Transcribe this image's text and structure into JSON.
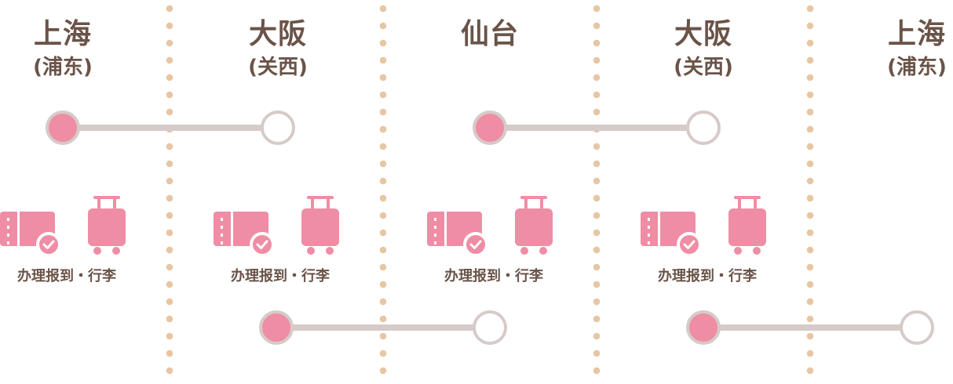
{
  "cities": [
    {
      "name": "上海",
      "sub": "(浦东)"
    },
    {
      "name": "大阪",
      "sub": "(关西)"
    },
    {
      "name": "仙台",
      "sub": ""
    },
    {
      "name": "大阪",
      "sub": "(关西)"
    },
    {
      "name": "上海",
      "sub": "(浦东)"
    }
  ],
  "service_label": "办理报到・行李",
  "icons": [
    "ticket-check-icon",
    "suitcase-icon"
  ],
  "colors": {
    "accent": "#ef8da5",
    "track": "#d6cbc8",
    "text": "#6a5348",
    "divider": "#e7c6a4"
  }
}
